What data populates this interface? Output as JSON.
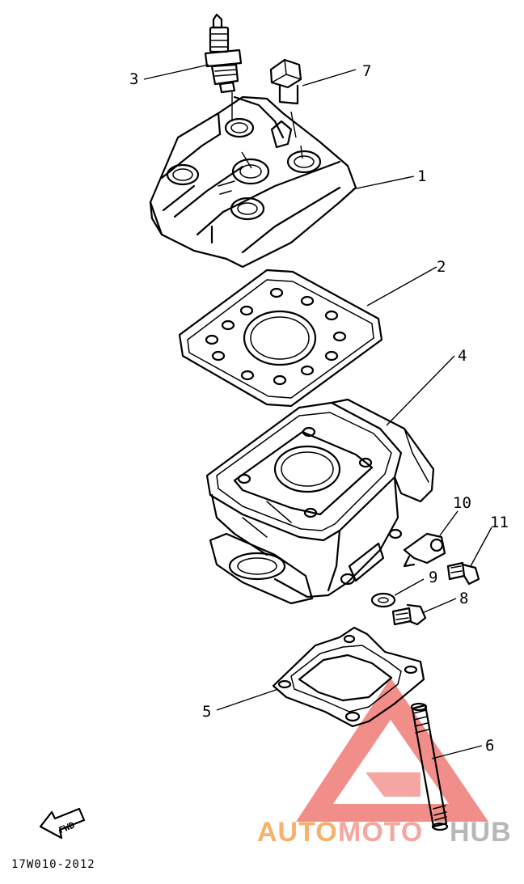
{
  "callouts": [
    {
      "num": "1",
      "part": "cylinder-head"
    },
    {
      "num": "2",
      "part": "head-gasket"
    },
    {
      "num": "3",
      "part": "spark-plug"
    },
    {
      "num": "4",
      "part": "cylinder"
    },
    {
      "num": "5",
      "part": "base-gasket"
    },
    {
      "num": "6",
      "part": "stud-bolt"
    },
    {
      "num": "7",
      "part": "cap-nut"
    },
    {
      "num": "8",
      "part": "bolt"
    },
    {
      "num": "9",
      "part": "washer"
    },
    {
      "num": "10",
      "part": "clip"
    },
    {
      "num": "11",
      "part": "screw"
    }
  ],
  "fwd_label": "FWD",
  "diagram_code": "17W010-2012",
  "watermark": {
    "part1": "AUTO",
    "part2": "MOTO",
    "part3": "HUB",
    "color_auto": "#f6b26b",
    "color_moto": "#f4a79d",
    "color_hub": "#b7b7b7",
    "triangle_color": "#e8322a"
  }
}
